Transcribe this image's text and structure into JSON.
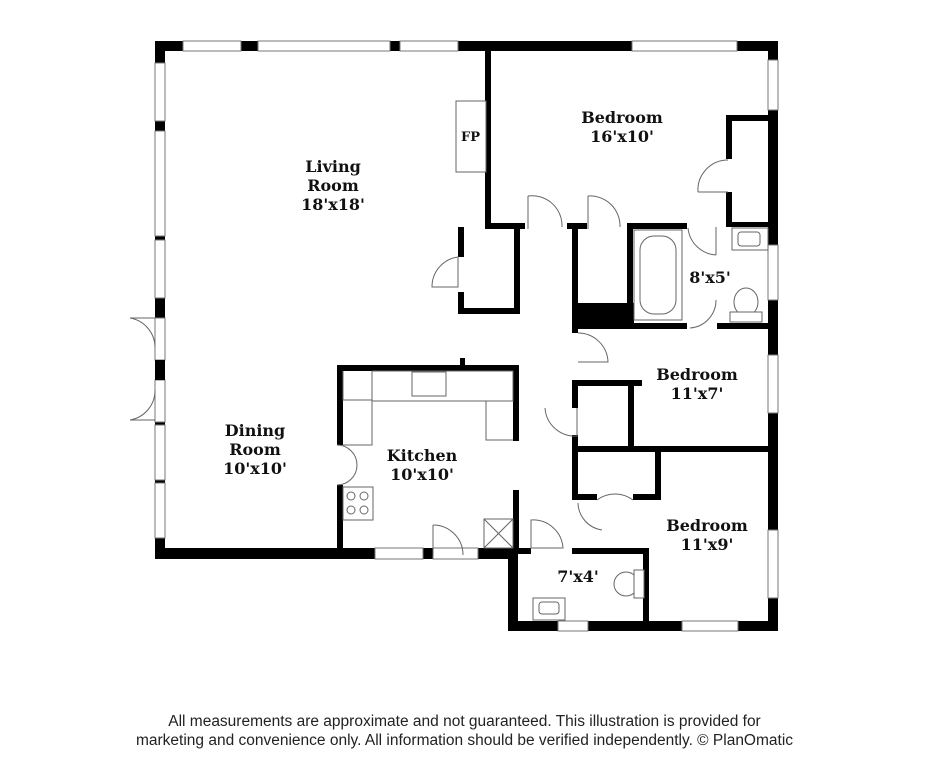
{
  "rooms": [
    {
      "id": "living",
      "name_lines": [
        "Living",
        "Room"
      ],
      "dims": "18'x18'"
    },
    {
      "id": "bedroom1",
      "name_lines": [
        "Bedroom"
      ],
      "dims": "16'x10'"
    },
    {
      "id": "bath1",
      "name_lines": [],
      "dims": "8'x5'"
    },
    {
      "id": "bedroom2",
      "name_lines": [
        "Bedroom"
      ],
      "dims": "11'x7'"
    },
    {
      "id": "dining",
      "name_lines": [
        "Dining",
        "Room"
      ],
      "dims": "10'x10'"
    },
    {
      "id": "kitchen",
      "name_lines": [
        "Kitchen"
      ],
      "dims": "10'x10'"
    },
    {
      "id": "bedroom3",
      "name_lines": [
        "Bedroom"
      ],
      "dims": "11'x9'"
    },
    {
      "id": "bath2",
      "name_lines": [],
      "dims": "7'x4'"
    }
  ],
  "fireplace_label": "FP",
  "disclaimer": {
    "line1": "All measurements are approximate and not guaranteed. This illustration is provided for",
    "line2": "marketing and convenience only. All information should be verified independently. © PlanOmatic"
  }
}
